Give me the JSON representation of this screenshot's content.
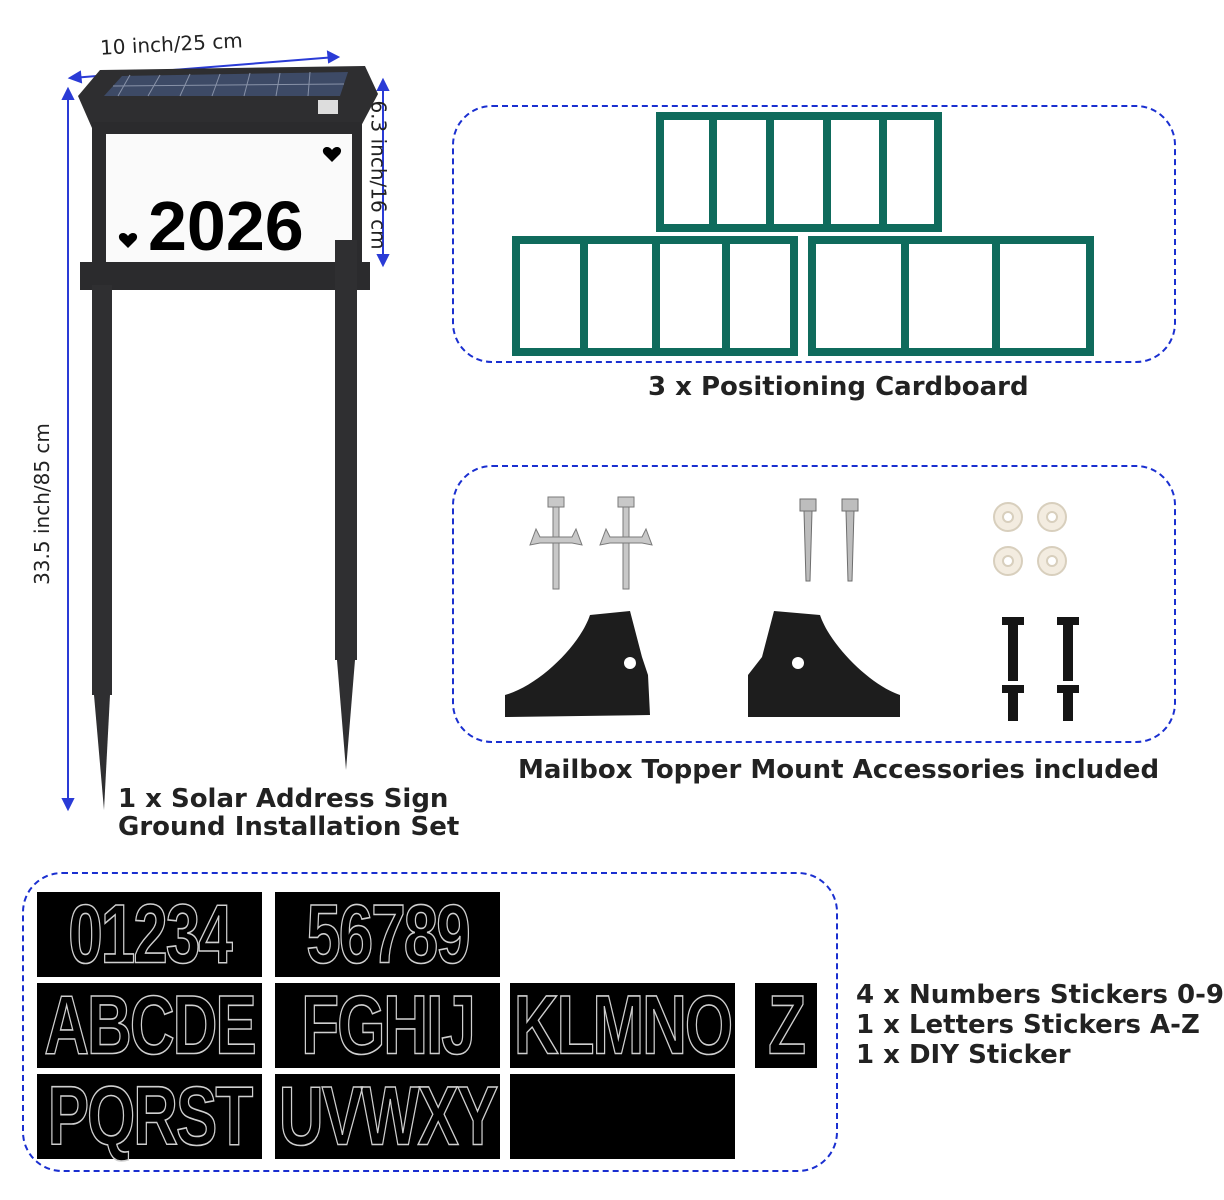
{
  "sign": {
    "plaque_number": "2026",
    "width_label": "10 inch/25 cm",
    "height_label": "6.3 inch/16 cm",
    "total_height_label": "33.5 inch/85 cm",
    "caption_line1": "1 x Solar Address Sign",
    "caption_line2": "Ground Installation Set"
  },
  "cardboard": {
    "caption": "3 x Positioning Cardboard"
  },
  "accessories": {
    "caption": "Mailbox Topper Mount Accessories included"
  },
  "stickers": {
    "sheets": [
      {
        "text": "01234"
      },
      {
        "text": "56789"
      },
      {
        "text": "ABCDE"
      },
      {
        "text": "FGHIJ"
      },
      {
        "text": "KLMNO"
      },
      {
        "text": "Z"
      },
      {
        "text": "PQRST"
      },
      {
        "text": "UVWXY"
      }
    ],
    "line1": "4 x Numbers Stickers 0-9",
    "line2": "1 x Letters Stickers A-Z",
    "line3": "1 x DIY Sticker"
  },
  "colors": {
    "dash_border": "#1a2fd0",
    "cardboard_green": "#0f6b5c",
    "dimension_line": "#2a3bd6"
  }
}
